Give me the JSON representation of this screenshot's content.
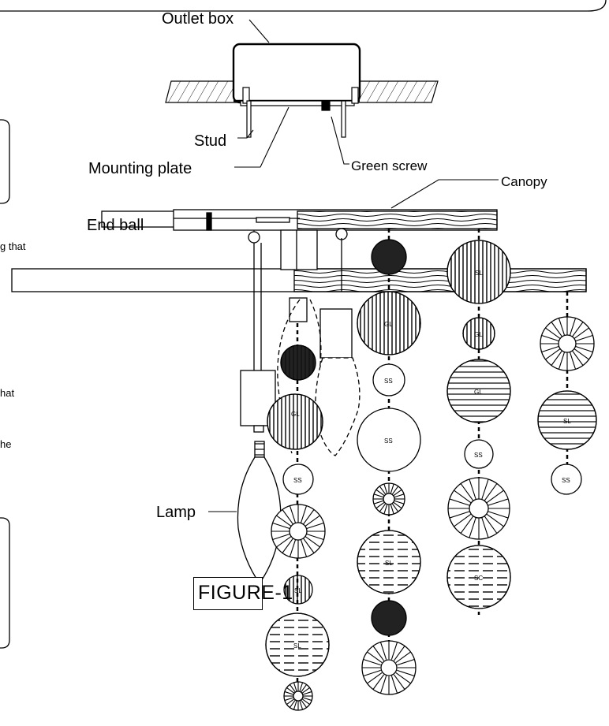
{
  "labels": {
    "outlet_box": "Outlet box",
    "stud": "Stud",
    "mounting_plate": "Mounting plate",
    "green_screw": "Green screw",
    "canopy": "Canopy",
    "end_ball": "End ball",
    "lamp": "Lamp",
    "figure": "FIGURE-1"
  },
  "ball_codes": {
    "ss": "SS",
    "sl": "SL",
    "gl": "GL",
    "sc": "SC"
  },
  "margin_fragments": {
    "that_1": "g that",
    "that_2": "hat",
    "he": "he"
  }
}
